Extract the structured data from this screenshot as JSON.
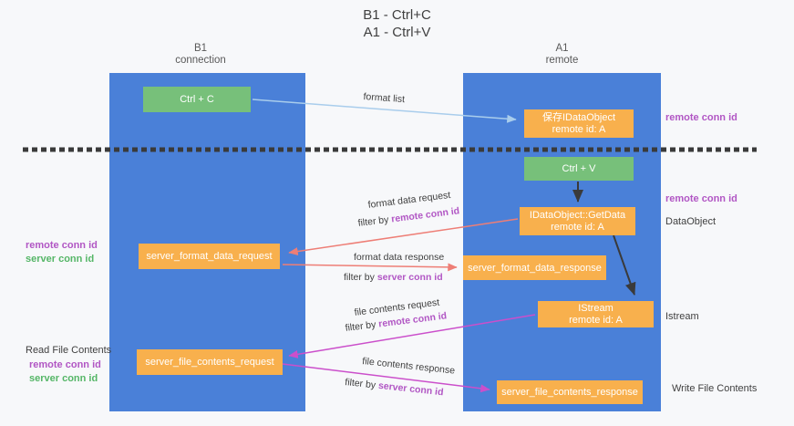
{
  "title": {
    "line1": "B1 - Ctrl+C",
    "line2": "A1 - Ctrl+V"
  },
  "lanes": {
    "left": {
      "name": "B1",
      "subtitle": "connection"
    },
    "right": {
      "name": "A1",
      "subtitle": "remote"
    }
  },
  "nodes": {
    "ctrl_c": {
      "label": "Ctrl + C"
    },
    "ctrl_v": {
      "label": "Ctrl + V"
    },
    "save_idataobject": {
      "line1": "保存IDataObject",
      "line2": "remote id: A"
    },
    "idataobject_getdata": {
      "line1": "IDataObject::GetData",
      "line2": "remote id: A"
    },
    "istream": {
      "line1": "IStream",
      "line2": "remote id: A"
    },
    "server_format_data_request": {
      "label": "server_format_data_request"
    },
    "server_format_data_response": {
      "label": "server_format_data_response"
    },
    "server_file_contents_request": {
      "label": "server_file_contents_request"
    },
    "server_file_contents_response": {
      "label": "server_file_contents_response"
    }
  },
  "flow_labels": {
    "format_list": "format list",
    "format_data_request": "format data request",
    "format_data_response": "format data response",
    "file_contents_request": "file contents request",
    "file_contents_response": "file contents response",
    "filter_by": "filter by",
    "remote_conn_id": "remote conn id",
    "server_conn_id": "server conn id"
  },
  "side_labels": {
    "remote_conn_id": "remote conn id",
    "server_conn_id": "server conn id",
    "dataobject": "DataObject",
    "istream": "Istream",
    "read_file_contents": "Read File Contents",
    "write_file_contents": "Write File Contents"
  },
  "colors": {
    "lane_blue": "#4a80d8",
    "box_green": "#77c07a",
    "box_orange": "#f8b04d",
    "arrow_salmon": "#ee7e76",
    "arrow_magenta": "#cb4fcb",
    "arrow_lightblue": "#a9cdec",
    "arrow_black": "#3a3a3a",
    "text_purple": "#b156c4",
    "text_green": "#55b667"
  }
}
